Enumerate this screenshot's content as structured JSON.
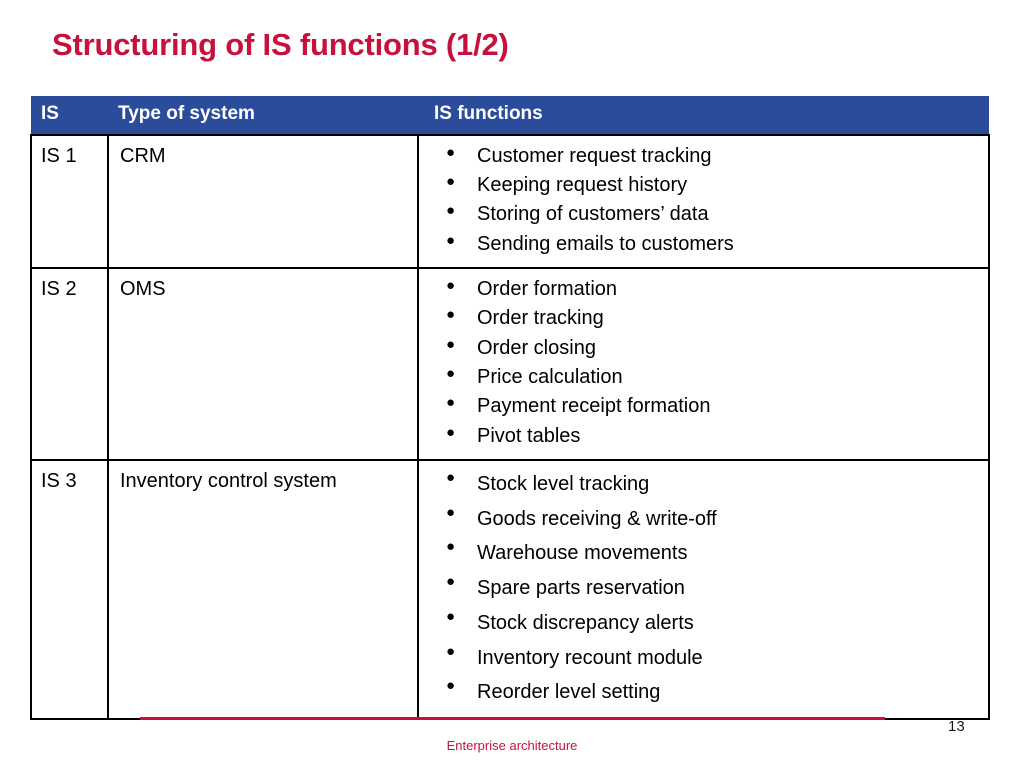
{
  "slide": {
    "title": "Structuring of IS functions (1/2)",
    "title_color": "#C8103C",
    "header_color": "#2B4C9B",
    "page_number": "13"
  },
  "table": {
    "headers": {
      "is": "IS",
      "type": "Type of system",
      "functions": "IS functions"
    },
    "rows": [
      {
        "is": "IS 1",
        "type": "CRM",
        "functions": [
          "Customer request tracking",
          "Keeping request history",
          "Storing of customers’ data",
          "Sending emails to customers"
        ]
      },
      {
        "is": "IS 2",
        "type": "OMS",
        "functions": [
          "Order formation",
          "Order tracking",
          "Order closing",
          "Price calculation",
          "Payment receipt formation",
          "Pivot tables"
        ]
      },
      {
        "is": "IS 3",
        "type": "Inventory control system",
        "functions": [
          "Stock level tracking",
          "Goods receiving & write-off",
          "Warehouse movements",
          "Spare parts reservation",
          "Stock discrepancy alerts",
          "Inventory recount module",
          "Reorder level setting"
        ]
      }
    ]
  },
  "footer": {
    "label": "Enterprise architecture",
    "rule_color": "#C8103C"
  },
  "icons": {
    "bullet": "●"
  }
}
